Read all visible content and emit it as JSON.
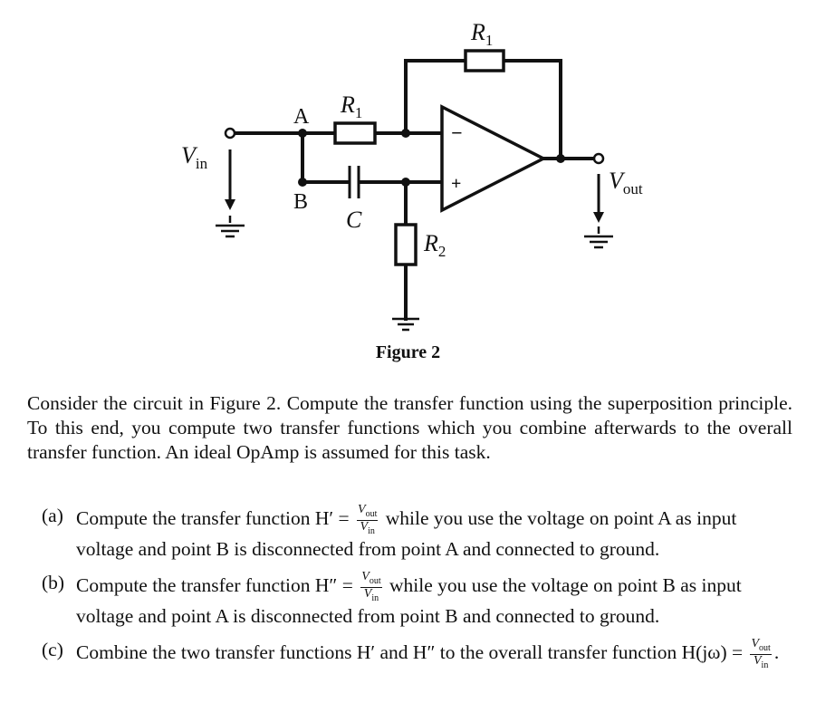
{
  "figure": {
    "caption": "Figure 2",
    "labels": {
      "vin": "V",
      "vin_sub": "in",
      "vout": "V",
      "vout_sub": "out",
      "point_a": "A",
      "point_b": "B",
      "r1_top": "R",
      "r1_top_sub": "1",
      "r1_in": "R",
      "r1_in_sub": "1",
      "r2": "R",
      "r2_sub": "2",
      "cap": "C",
      "minus": "−",
      "plus": "+"
    }
  },
  "text": {
    "intro": "Consider the circuit in Figure 2. Compute the transfer function using the superposition principle. To this end, you compute two transfer functions which you combine afterwards to the overall transfer function. An ideal OpAmp is assumed for this task.",
    "a_tag": "(a)",
    "a_pre": "Compute the transfer function H′ = ",
    "a_post": " while you use the voltage on point A as input voltage and point B is disconnected from point A and connected to ground.",
    "b_tag": "(b)",
    "b_pre": "Compute the transfer function H″ = ",
    "b_post": " while you use the voltage on point B as input voltage and point A is disconnected from point B and connected to ground.",
    "c_tag": "(c)",
    "c_pre": "Combine the two transfer functions H′ and H″ to the overall transfer function H(jω) = ",
    "c_post": ".",
    "frac_num": "V",
    "frac_num_sub": "out",
    "frac_den": "V",
    "frac_den_sub": "in"
  }
}
